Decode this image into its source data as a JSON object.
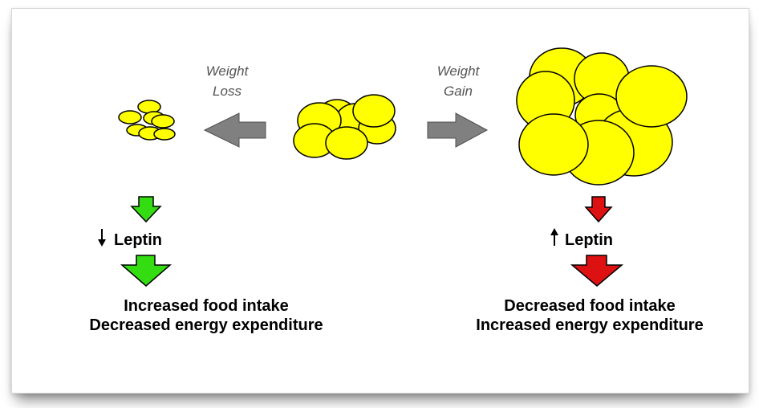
{
  "weight_loss_label": {
    "line1": "Weight",
    "line2": "Loss"
  },
  "weight_gain_label": {
    "line1": "Weight",
    "line2": "Gain"
  },
  "left_branch": {
    "leptin_label": "Leptin",
    "leptin_direction": "down",
    "effect_line1": "Increased food intake",
    "effect_line2": "Decreased energy expenditure",
    "arrow_color": "#33dd11"
  },
  "right_branch": {
    "leptin_label": "Leptin",
    "leptin_direction": "up",
    "effect_line1": "Decreased food intake",
    "effect_line2": "Increased energy expenditure",
    "arrow_color": "#dd1111"
  },
  "colors": {
    "fat_cell_fill": "#ffff00",
    "fat_cell_stroke": "#000000",
    "transition_arrow": "#808080"
  }
}
